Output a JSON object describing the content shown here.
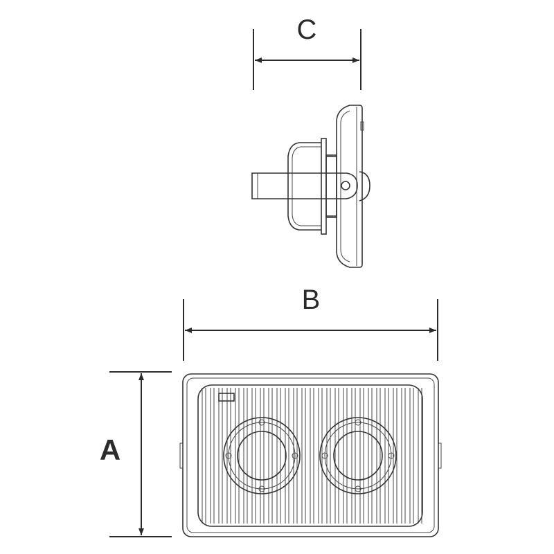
{
  "dimensions": {
    "depth_label": "C",
    "width_label": "B",
    "height_label": "A"
  },
  "colors": {
    "line": "#333333",
    "background": "#ffffff"
  }
}
